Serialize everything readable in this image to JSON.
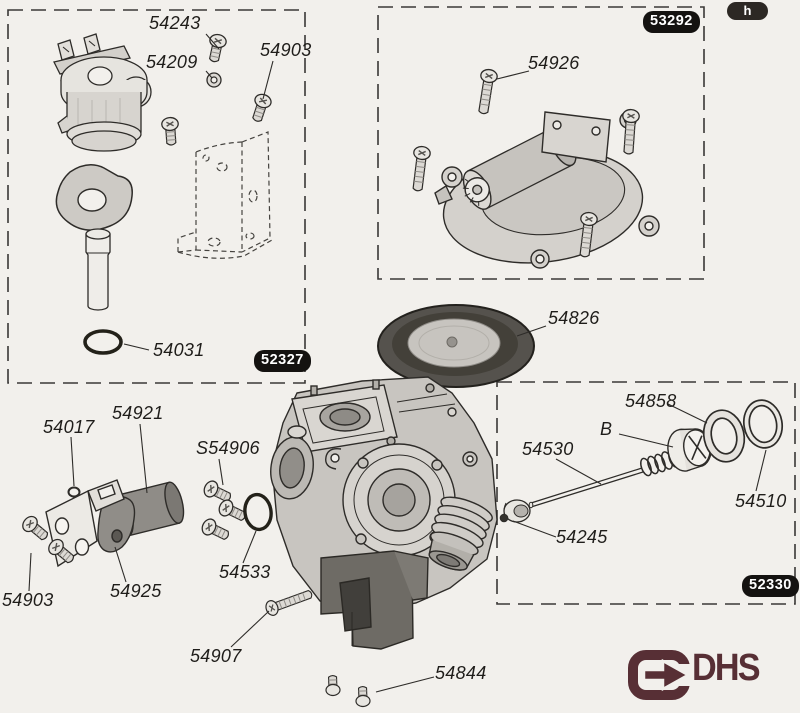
{
  "colors": {
    "paper": "#f2f0ec",
    "ink": "#2e2c29",
    "badge_bg": "#141210",
    "logo_accent": "#572f35"
  },
  "corner_badge": "h",
  "kits": {
    "coil": {
      "badge": "52327"
    },
    "regulator": {
      "badge": "53292"
    },
    "valve": {
      "badge": "52330"
    }
  },
  "labels": {
    "l54243": "54243",
    "l54209": "54209",
    "l54903_top": "54903",
    "l54031": "54031",
    "l54926": "54926",
    "l54826": "54826",
    "l54017": "54017",
    "l54921": "54921",
    "lS54906": "S54906",
    "l54903_bottom": "54903",
    "l54925": "54925",
    "l54533": "54533",
    "l54907": "54907",
    "l54844": "54844",
    "l54858": "54858",
    "lB": "B",
    "l54530": "54530",
    "l54510": "54510",
    "l54245": "54245"
  },
  "logo": {
    "text": "DHS"
  }
}
